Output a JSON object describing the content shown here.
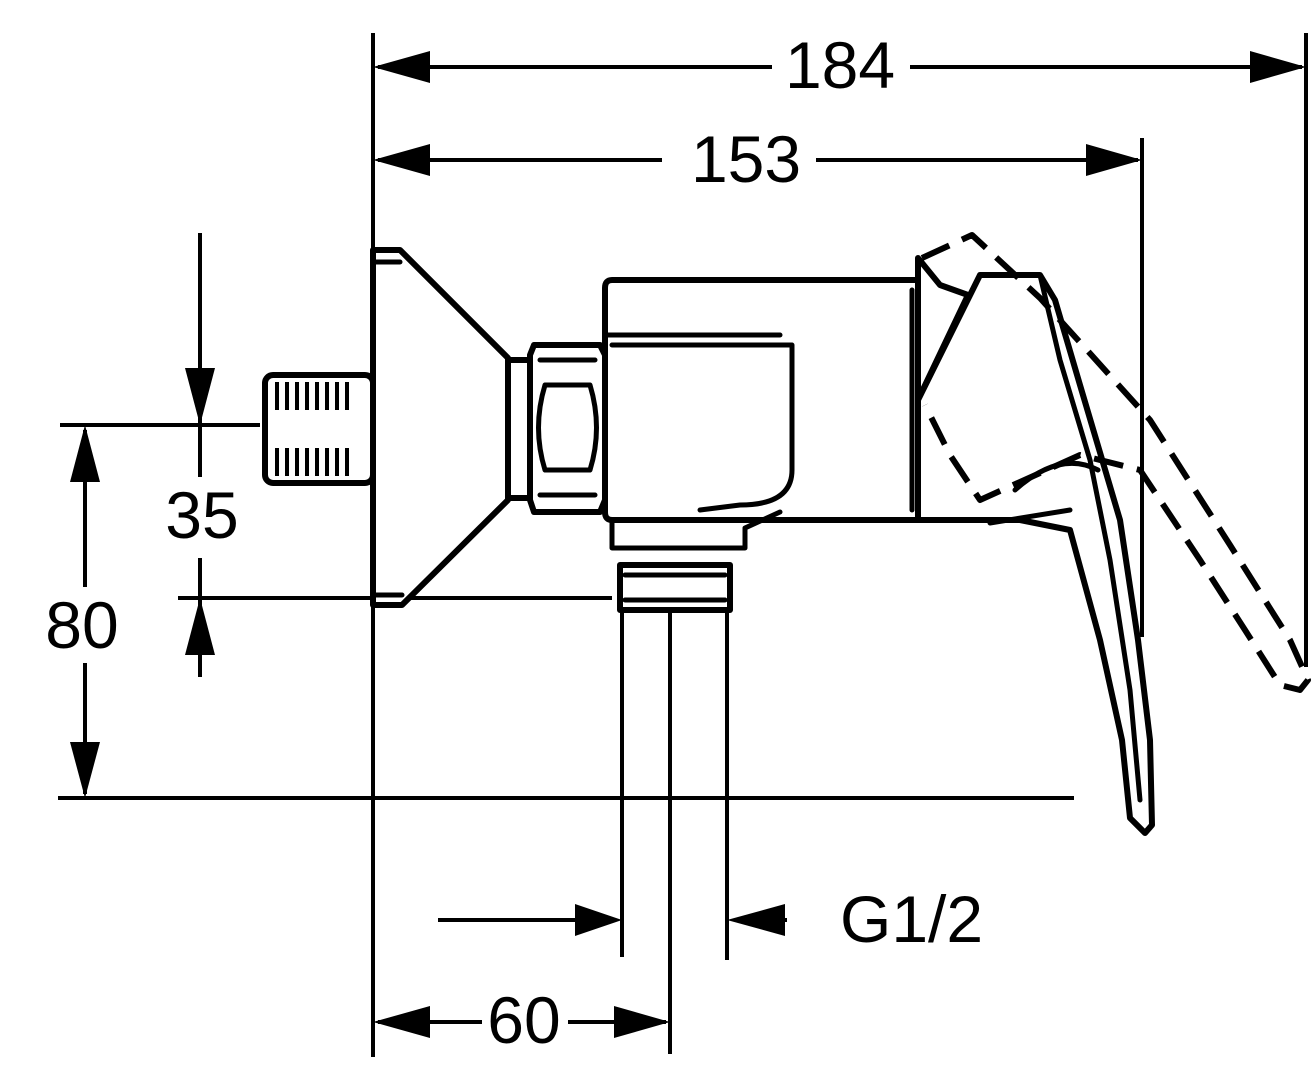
{
  "dimensions": {
    "overall_length": "184",
    "body_length": "153",
    "inlet_offset": "35",
    "total_height": "80",
    "outlet_position": "60",
    "outlet_thread": "G1/2"
  },
  "colors": {
    "line": "#000000",
    "background": "#ffffff"
  }
}
